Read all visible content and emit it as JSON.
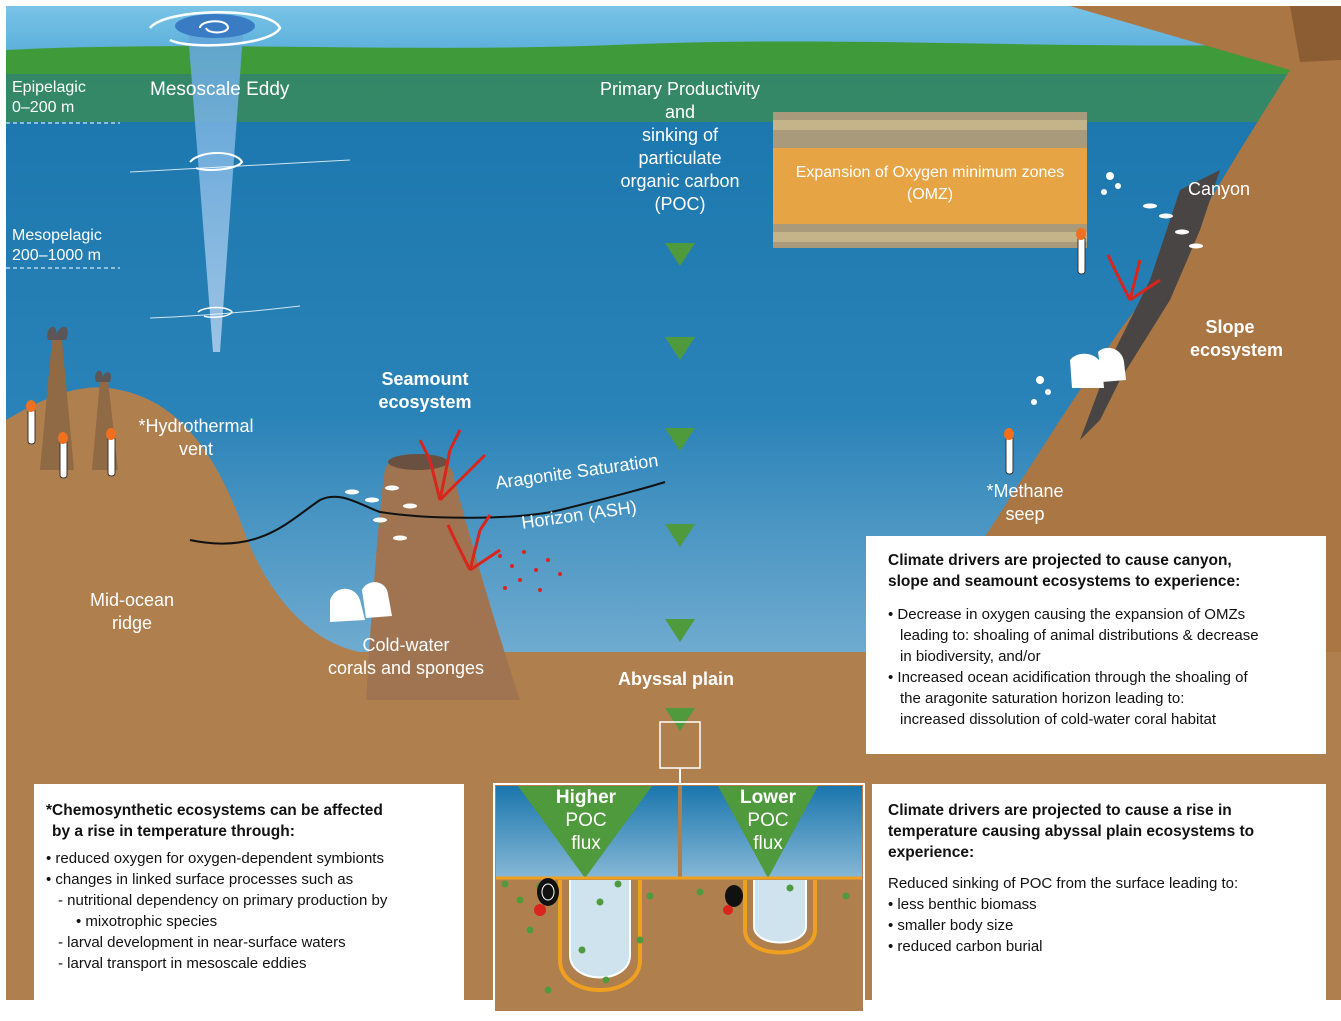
{
  "labels": {
    "epipelagic": "Epipelagic",
    "epipelagic_depth": "0–200 m",
    "mesopelagic": "Mesopelagic",
    "mesopelagic_depth": "200–1000 m",
    "mesoscale_eddy": "Mesoscale Eddy",
    "primary_productivity": [
      "Primary Productivity",
      "and",
      "sinking of",
      "particulate",
      "organic carbon",
      "(POC)"
    ],
    "omz": [
      "Expansion of Oxygen minimum zones",
      "(OMZ)"
    ],
    "canyon": "Canyon",
    "slope": [
      "Slope",
      "ecosystem"
    ],
    "methane_seep": [
      "*Methane",
      "seep"
    ],
    "hydrothermal_vent": [
      "*Hydrothermal",
      "vent"
    ],
    "seamount": [
      "Seamount",
      "ecosystem"
    ],
    "ash": [
      "Aragonite Saturation",
      "Horizon (ASH)"
    ],
    "mid_ocean_ridge": [
      "Mid-ocean",
      "ridge"
    ],
    "cold_water_corals": [
      "Cold-water",
      "corals and sponges"
    ],
    "abyssal_plain": "Abyssal plain"
  },
  "box_canyon": {
    "heading": [
      "Climate drivers are projected to cause canyon,",
      "slope and seamount ecosystems to experience:"
    ],
    "bullets": [
      [
        "Decrease in oxygen causing the expansion of OMZs",
        "leading to: shoaling of animal distributions & decrease",
        "in biodiversity, and/or"
      ],
      [
        "Increased ocean acidification through the shoaling of",
        "the aragonite saturation horizon leading to:",
        "increased dissolution of cold-water coral habitat"
      ]
    ]
  },
  "box_chemo": {
    "heading": [
      "*Chemosynthetic ecosystems can be affected",
      "by a rise in temperature through:"
    ],
    "items": [
      {
        "level": 1,
        "text": "reduced oxygen for oxygen-dependent symbionts"
      },
      {
        "level": 1,
        "text": "changes in linked surface processes such as"
      },
      {
        "level": 2,
        "text": "nutritional dependency on primary production by"
      },
      {
        "level": 3,
        "text": "mixotrophic species"
      },
      {
        "level": 2,
        "text": "larval development in near-surface waters"
      },
      {
        "level": 2,
        "text": "larval transport in mesoscale eddies"
      }
    ]
  },
  "box_abyssal": {
    "heading": [
      "Climate drivers  are projected to cause a rise in",
      "temperature causing abyssal plain ecosystems to",
      "experience:"
    ],
    "intro": "Reduced sinking of POC from the surface leading to:",
    "bullets": [
      "less benthic biomass",
      "smaller body size",
      "reduced carbon burial"
    ]
  },
  "poc_panels": {
    "higher": [
      "Higher",
      "POC",
      "flux"
    ],
    "lower": [
      "Lower",
      "POC",
      "flux"
    ]
  },
  "colors": {
    "sky": "#5fb3dc",
    "ocean_top": "#1e7fb4",
    "ocean_bottom": "#6aa8cf",
    "grass": "#3f9a3a",
    "sediment": "#b07f4e",
    "slope": "#a97644",
    "omz": "#e6a445",
    "poc_arrow": "#4f9a3c",
    "coral_red": "#d9251c"
  }
}
